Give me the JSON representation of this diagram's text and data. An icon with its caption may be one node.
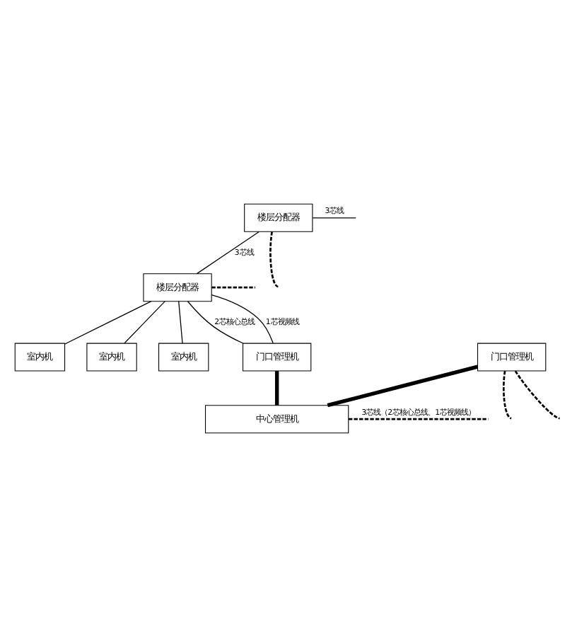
{
  "diagram": {
    "nodes": [
      {
        "text": [
          "楼层分配器"
        ]
      },
      {
        "text": [
          "楼层分配器"
        ]
      },
      {
        "text": [
          "室内机"
        ]
      },
      {
        "text": [
          "室内机"
        ]
      },
      {
        "text": [
          "室内机"
        ]
      },
      {
        "text": [
          "门口管理机"
        ]
      },
      {
        "text": [
          "门口管理机"
        ]
      },
      {
        "text": [
          "中心管理机"
        ]
      }
    ],
    "edges": [
      {
        "from": null,
        "to": 0,
        "arrow": "none",
        "style": "dashed"
      },
      {
        "from": 0,
        "to": null,
        "arrow": "none",
        "label": "3芯线"
      },
      {
        "from": 0,
        "to": 1,
        "arrow": "none",
        "label": "3芯线"
      },
      {
        "from": 1,
        "to": 2,
        "arrow": "none"
      },
      {
        "from": 1,
        "to": 3,
        "arrow": "none"
      },
      {
        "from": 1,
        "to": 4,
        "arrow": "none"
      },
      {
        "from": 1,
        "to": null,
        "arrow": "none",
        "style": "dashed"
      },
      {
        "from": 1,
        "to": 5,
        "arrow": "none",
        "label": "2芯核心总线"
      },
      {
        "from": 1,
        "to": 5,
        "arrow": "none",
        "label": "1芯视频线"
      },
      {
        "from": 5,
        "to": 7,
        "arrow": "none",
        "style": "thick"
      },
      {
        "from": 6,
        "to": 7,
        "arrow": "none",
        "style": "thick"
      },
      {
        "from": null,
        "to": 6,
        "arrow": "none",
        "style": "dashed"
      },
      {
        "from": null,
        "to": 6,
        "arrow": "none",
        "style": "dashed"
      },
      {
        "from": 7,
        "to": null,
        "arrow": "none",
        "style": "dashed",
        "label": "3芯线（2芯核心总线、1芯视频线）"
      }
    ]
  }
}
